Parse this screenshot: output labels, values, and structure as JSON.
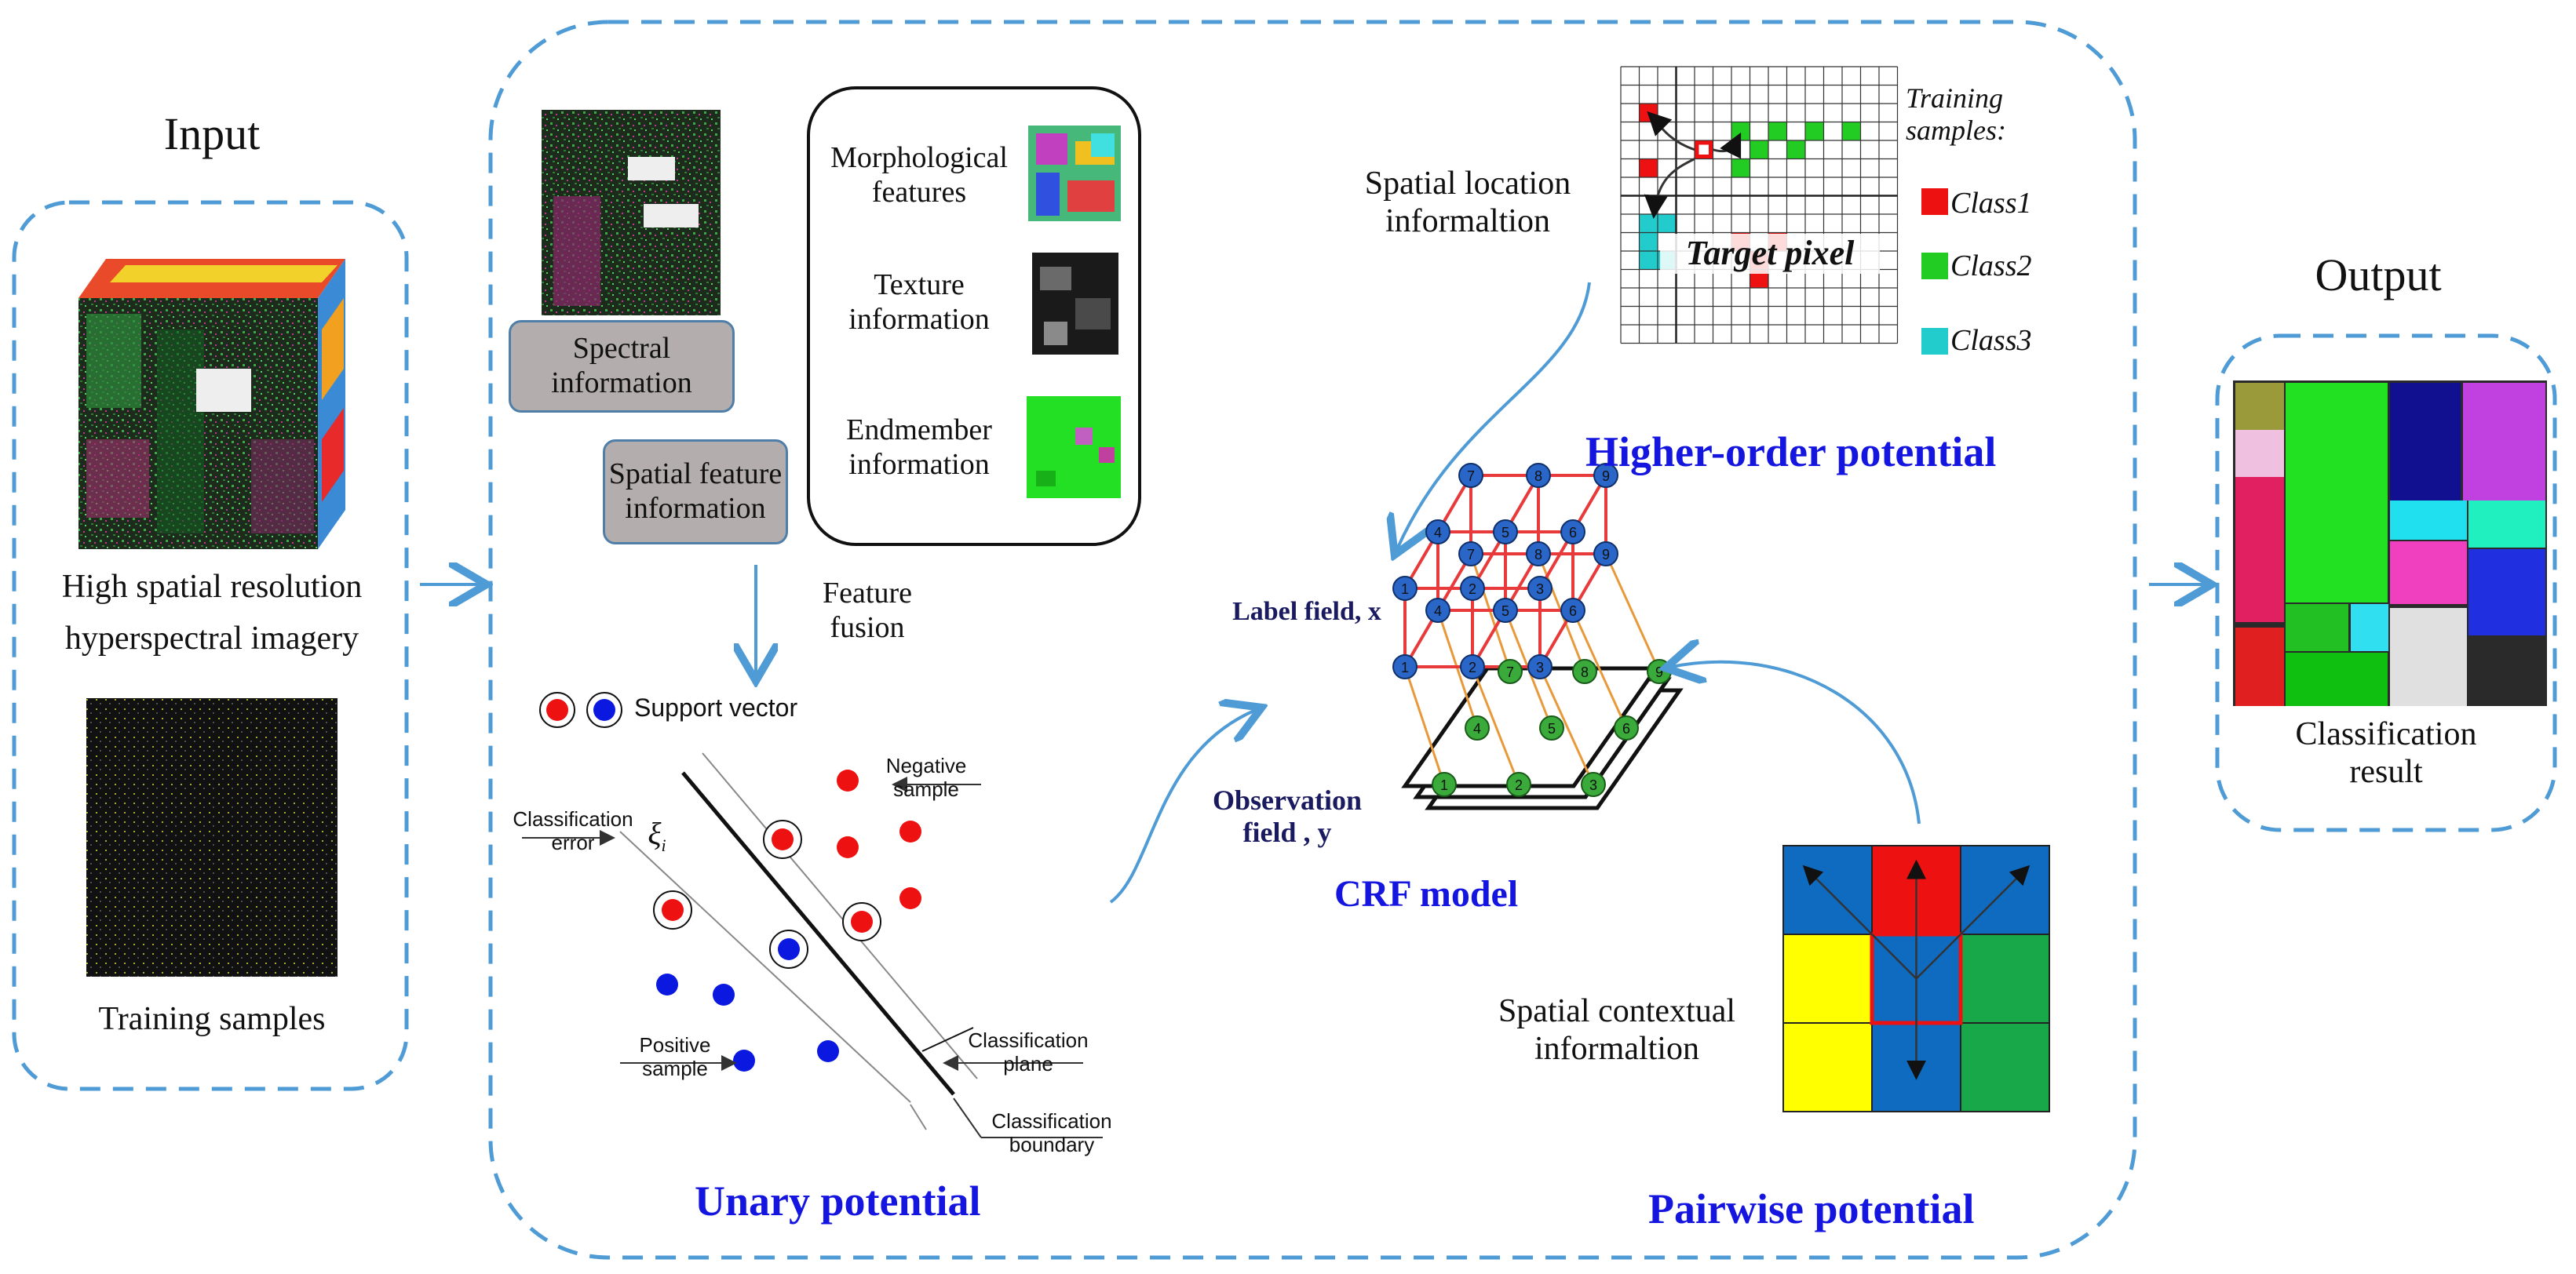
{
  "input": {
    "title": "Input",
    "imagery_label_line1": "High spatial resolution",
    "imagery_label_line2": "hyperspectral imagery",
    "training_label": "Training samples"
  },
  "unary": {
    "spectral_line1": "Spectral",
    "spectral_line2": "information",
    "spatial_line1": "Spatial feature",
    "spatial_line2": "information",
    "morph_line1": "Morphological",
    "morph_line2": "features",
    "texture_line1": "Texture",
    "texture_line2": "information",
    "endmember_line1": "Endmember",
    "endmember_line2": "information",
    "fusion_line1": "Feature",
    "fusion_line2": "fusion",
    "support_vector": "Support vector",
    "negative_line1": "Negative",
    "negative_line2": "sample",
    "positive_line1": "Positive",
    "positive_line2": "sample",
    "cls_error_line1": "Classification",
    "cls_error_line2": "error",
    "xi": "ξ",
    "xi_sub": "i",
    "cls_plane_line1": "Classification",
    "cls_plane_line2": "plane",
    "cls_boundary_line1": "Classification",
    "cls_boundary_line2": "boundary",
    "title": "Unary potential"
  },
  "higher_order": {
    "spatial_loc_line1": "Spatial location",
    "spatial_loc_line2": "informaltion",
    "training_line1": "Training",
    "training_line2": "samples:",
    "class1": "Class1",
    "class2": "Class2",
    "class3": "Class3",
    "target_pixel": "Target pixel",
    "title": "Higher-order potential",
    "colors": {
      "class1": "#ee1111",
      "class2": "#22cc22",
      "class3": "#22cccc"
    }
  },
  "crf": {
    "label_field": "Label field, x",
    "obs_line1": "Observation",
    "obs_line2": "field , y",
    "title": "CRF model",
    "top_nodes": [
      "1",
      "2",
      "3",
      "4",
      "5",
      "6",
      "7",
      "8",
      "9"
    ],
    "bottom_nodes": [
      "1",
      "2",
      "3",
      "4",
      "5",
      "6",
      "7",
      "8",
      "9"
    ]
  },
  "pairwise": {
    "context_line1": "Spatial contextual",
    "context_line2": "informaltion",
    "title": "Pairwise potential",
    "colors": {
      "blue": "#0f6bc0",
      "red": "#ee1111",
      "yellow": "#ffff00",
      "green": "#18a84a"
    }
  },
  "output": {
    "title": "Output",
    "result_line1": "Classification",
    "result_line2": "result"
  }
}
